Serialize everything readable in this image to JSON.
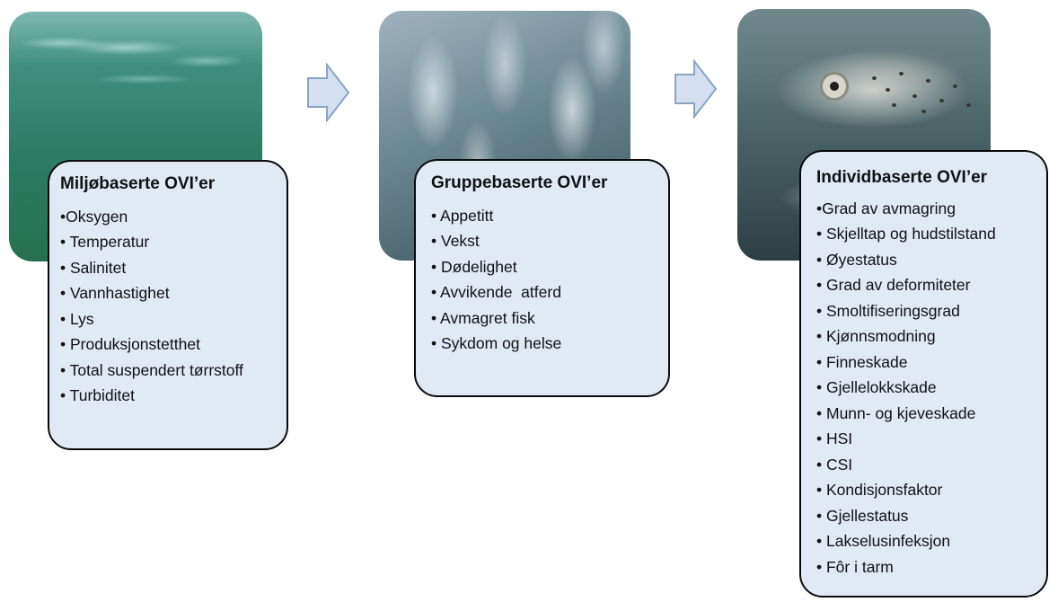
{
  "stages": [
    {
      "title": "Miljøbaserte OVI’er",
      "items": [
        "•Oksygen",
        "• Temperatur",
        "• Salinitet",
        "• Vannhastighet",
        "• Lys",
        "• Produksjonstetthet",
        "• Total suspendert tørrstoff",
        "• Turbiditet"
      ]
    },
    {
      "title": "Gruppebaserte OVI’er",
      "items": [
        "• Appetitt",
        "• Vekst",
        "• Dødelighet",
        "• Avvikende  atferd",
        "• Avmagret fisk",
        "• Sykdom og helse"
      ]
    },
    {
      "title": "Individbaserte OVI’er",
      "items": [
        "•Grad av avmagring",
        "• Skjelltap og hudstilstand",
        "• Øyestatus",
        "• Grad av deformiteter",
        "• Smoltifiseringsgrad",
        "• Kjønnsmodning",
        "• Finneskade",
        "• Gjellelokkskade",
        "• Munn- og kjeveskade",
        "• HSI",
        "• CSI",
        "• Kondisjonsfaktor",
        "• Gjellestatus",
        "• Lakselusinfeksjon",
        "• Fôr i tarm"
      ]
    }
  ],
  "photos": [
    "underwater-surface-photo",
    "fish-school-photo",
    "salmon-closeup-photo"
  ],
  "colors": {
    "box_fill": "#e1e9f5",
    "box_border": "#0a0a0a",
    "arrow_fill": "#d4e0ef",
    "arrow_stroke": "#8aa4c4"
  }
}
